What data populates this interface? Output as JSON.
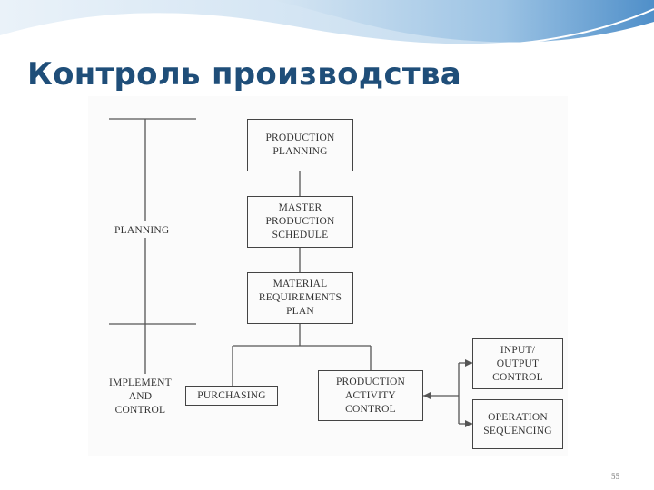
{
  "slide": {
    "title": "Контроль производства",
    "page_number": "55"
  },
  "diagram": {
    "side_labels": {
      "planning": "PLANNING",
      "implement": [
        "IMPLEMENT",
        "AND",
        "CONTROL"
      ]
    },
    "boxes": {
      "production_planning": [
        "PRODUCTION",
        "PLANNING"
      ],
      "master_schedule": [
        "MASTER",
        "PRODUCTION",
        "SCHEDULE"
      ],
      "material_plan": [
        "MATERIAL",
        "REQUIREMENTS",
        "PLAN"
      ],
      "purchasing": [
        "PURCHASING"
      ],
      "activity_control": [
        "PRODUCTION",
        "ACTIVITY",
        "CONTROL"
      ],
      "io_control": [
        "INPUT/",
        "OUTPUT",
        "CONTROL"
      ],
      "sequencing": [
        "OPERATION",
        "SEQUENCING"
      ]
    }
  }
}
